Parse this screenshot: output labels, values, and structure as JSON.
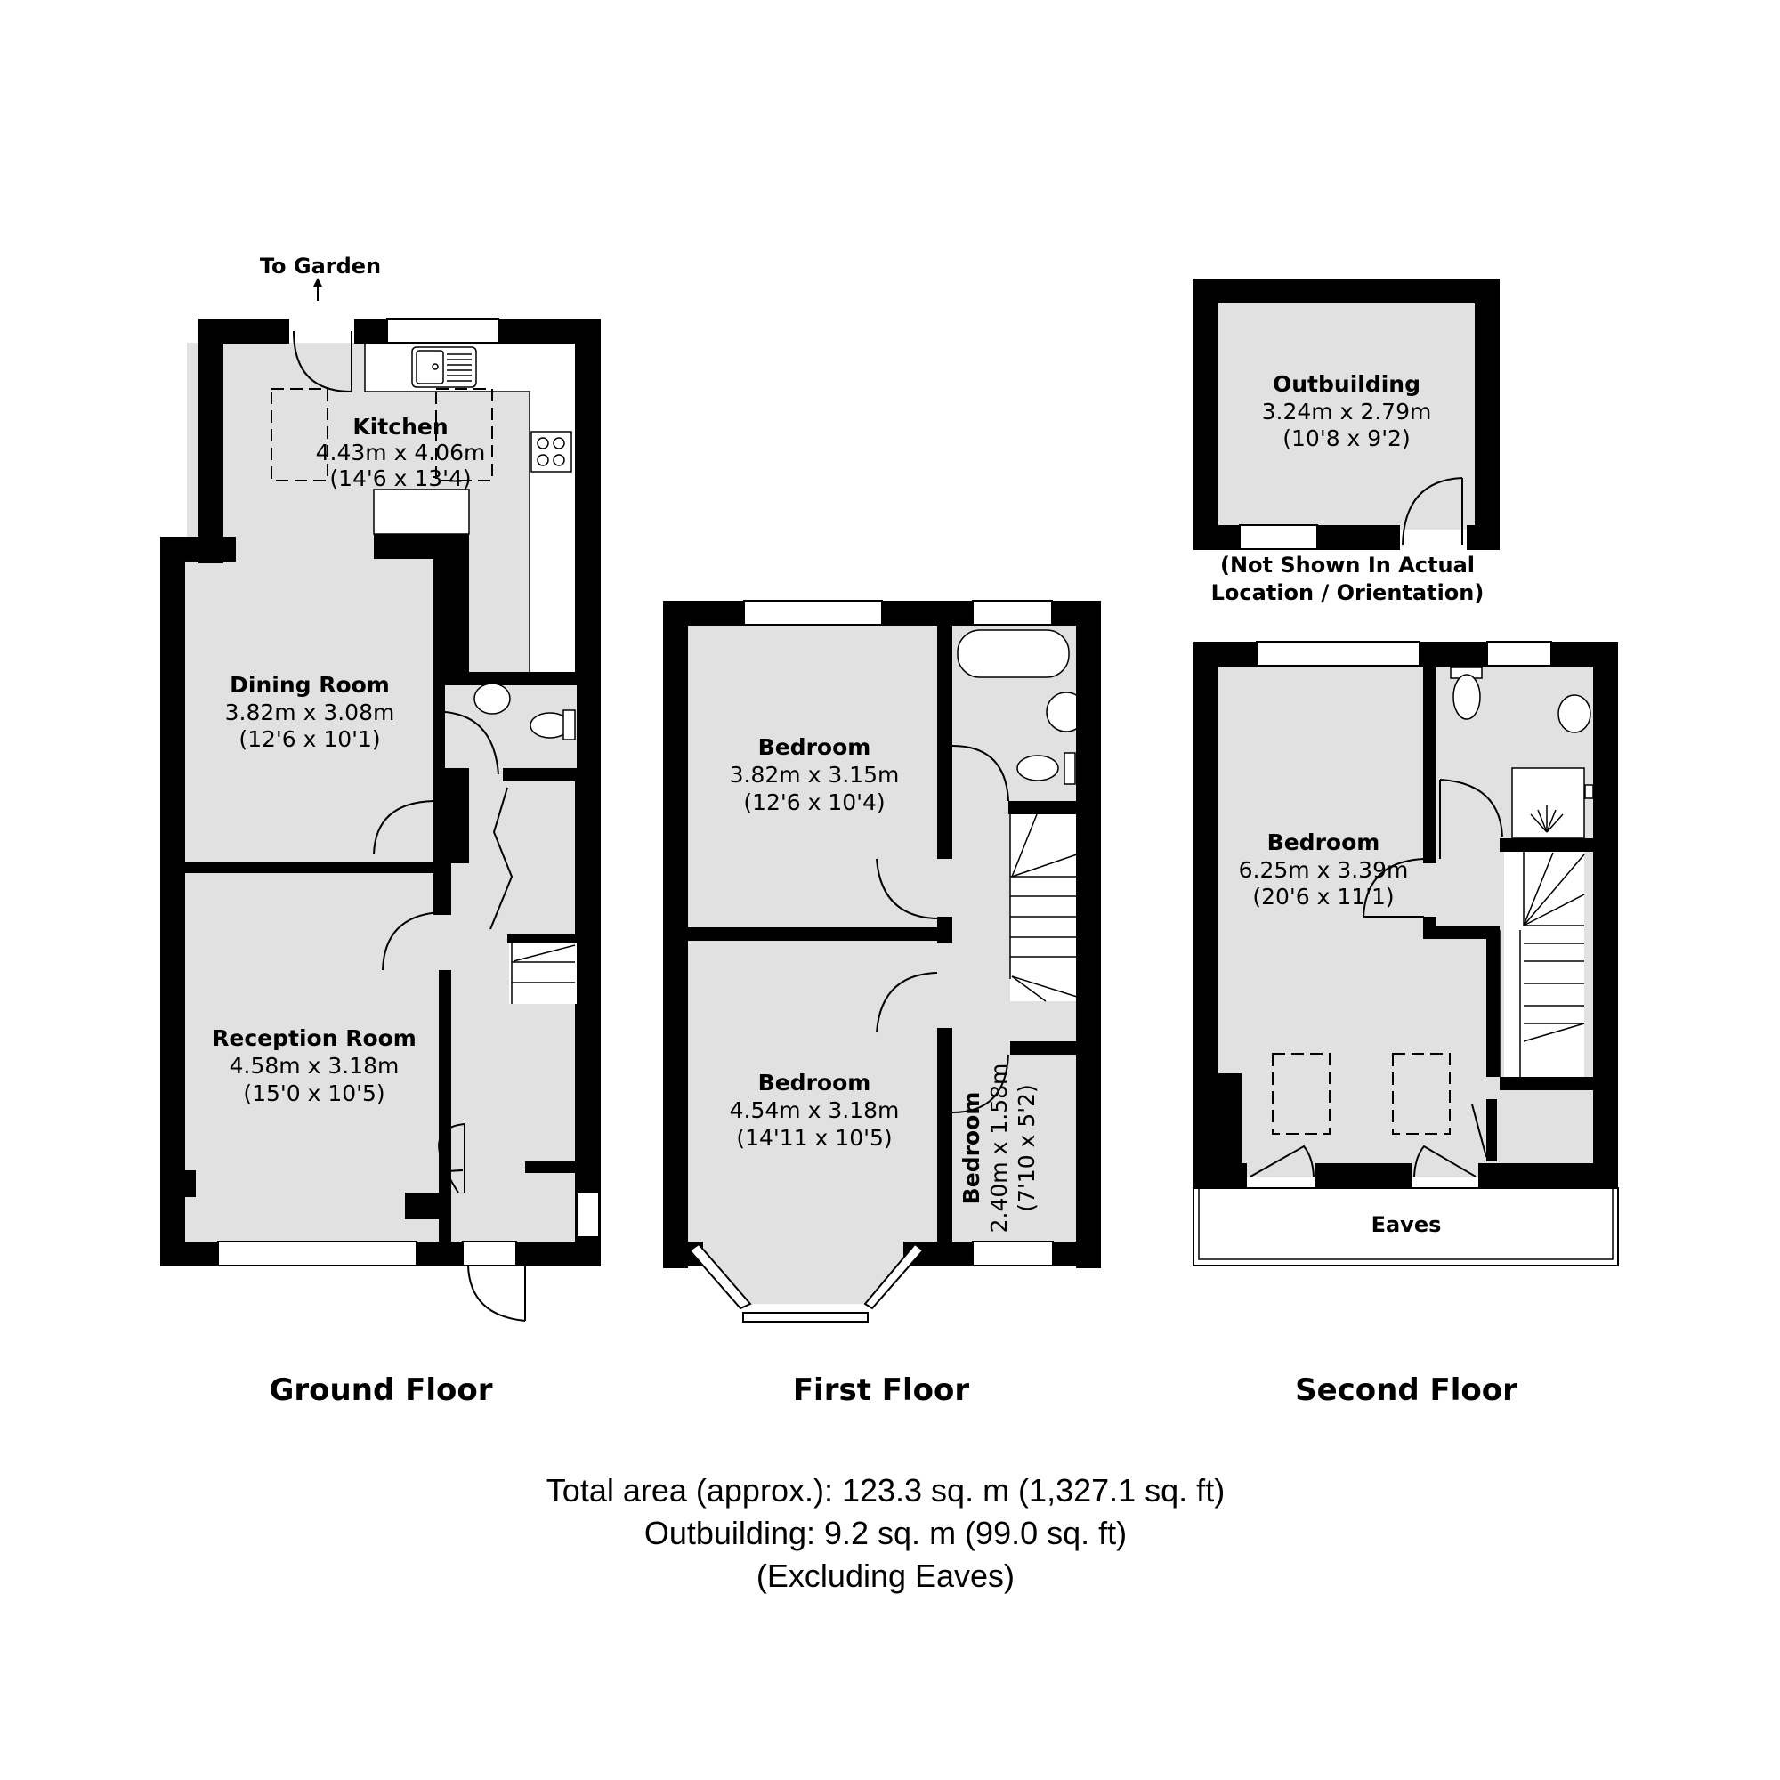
{
  "ground_floor": {
    "title": "Ground Floor",
    "to_garden": "To Garden",
    "rooms": [
      {
        "name": "Kitchen",
        "metric": "4.43m x 4.06m",
        "imperial": "(14'6 x 13'4)"
      },
      {
        "name": "Dining Room",
        "metric": "3.82m x 3.08m",
        "imperial": "(12'6 x 10'1)"
      },
      {
        "name": "Reception Room",
        "metric": "4.58m x 3.18m",
        "imperial": "(15'0 x 10'5)"
      }
    ]
  },
  "first_floor": {
    "title": "First Floor",
    "rooms": [
      {
        "name": "Bedroom",
        "metric": "3.82m x 3.15m",
        "imperial": "(12'6 x 10'4)"
      },
      {
        "name": "Bedroom",
        "metric": "4.54m x 3.18m",
        "imperial": "(14'11 x 10'5)"
      },
      {
        "name": "Bedroom",
        "metric": "2.40m x 1.58m",
        "imperial": "(7'10 x 5'2)"
      }
    ]
  },
  "second_floor": {
    "title": "Second Floor",
    "rooms": [
      {
        "name": "Bedroom",
        "metric": "6.25m x 3.39m",
        "imperial": "(20'6 x 11'1)"
      }
    ],
    "eaves": "Eaves"
  },
  "outbuilding": {
    "name": "Outbuilding",
    "metric": "3.24m x 2.79m",
    "imperial": "(10'8 x 9'2)",
    "note_line1": "(Not Shown In Actual",
    "note_line2": "Location / Orientation)"
  },
  "summary": {
    "total": "Total area (approx.): 123.3 sq. m (1,327.1 sq. ft)",
    "outbuilding": "Outbuilding: 9.2 sq. m (99.0 sq. ft)",
    "note": "(Excluding Eaves)"
  },
  "colors": {
    "wall": "#000000",
    "floor": "#e1e1e1",
    "background": "#ffffff"
  }
}
